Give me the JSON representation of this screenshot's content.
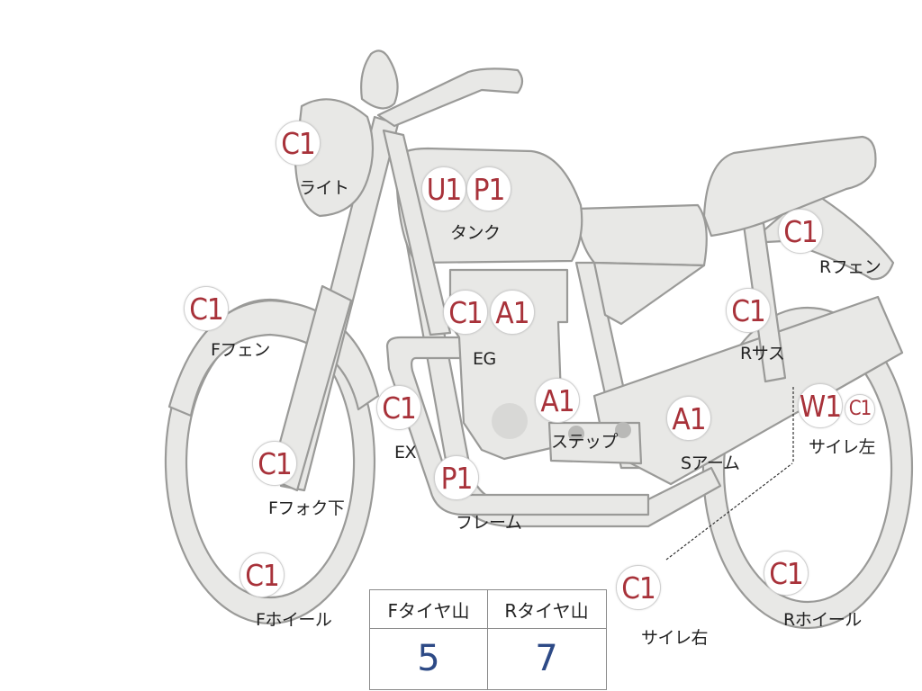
{
  "badges": {
    "light": "C1",
    "tank_u": "U1",
    "tank_p": "P1",
    "r_fender": "C1",
    "f_fender": "C1",
    "eg_c": "C1",
    "eg_a": "A1",
    "r_sus": "C1",
    "ex": "C1",
    "step": "A1",
    "s_arm": "A1",
    "sidestand_left_w": "W1",
    "sidestand_left_c": "C1",
    "f_fork_lower": "C1",
    "frame": "P1",
    "f_wheel": "C1",
    "sidestand_right": "C1",
    "r_wheel": "C1"
  },
  "labels": {
    "light": "ライト",
    "tank": "タンク",
    "r_fender": "Rフェン",
    "f_fender": "Fフェン",
    "eg": "EG",
    "r_sus": "Rサス",
    "ex": "EX",
    "step": "ステップ",
    "s_arm": "Sアーム",
    "sidestand_left": "サイレ左",
    "f_fork_lower": "Fフォク下",
    "frame": "フレーム",
    "f_wheel": "Fホイール",
    "sidestand_right": "サイレ右",
    "r_wheel": "Rホイール"
  },
  "tire_table": {
    "front_header": "Fタイヤ山",
    "rear_header": "Rタイヤ山",
    "front_value": "5",
    "rear_value": "7"
  },
  "colors": {
    "badge_text": "#a8323a",
    "part_fill": "#e8e8e6",
    "part_stroke": "#9a9a98",
    "table_value": "#2d4a86"
  }
}
